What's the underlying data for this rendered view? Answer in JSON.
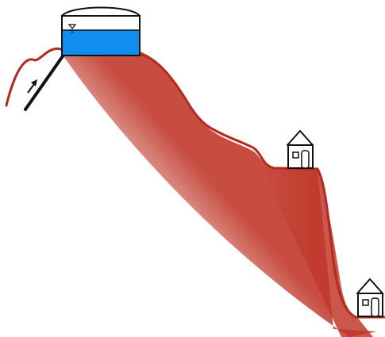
{
  "colors": {
    "ground_line": "#b8281c",
    "ground_fill": "#c0392b",
    "water": "#0f8ef0",
    "outline": "#111111",
    "background": "#ffffff"
  },
  "elements": {
    "reservoir": {
      "icon": "water-tank-icon",
      "water_level_marker": "inverted-triangle"
    },
    "supply_pipe": {
      "icon": "pipe-icon",
      "flow_arrow": "arrow-up-right"
    },
    "houses": [
      {
        "icon": "house-icon",
        "position": "plateau"
      },
      {
        "icon": "house-icon",
        "position": "valley"
      }
    ]
  }
}
